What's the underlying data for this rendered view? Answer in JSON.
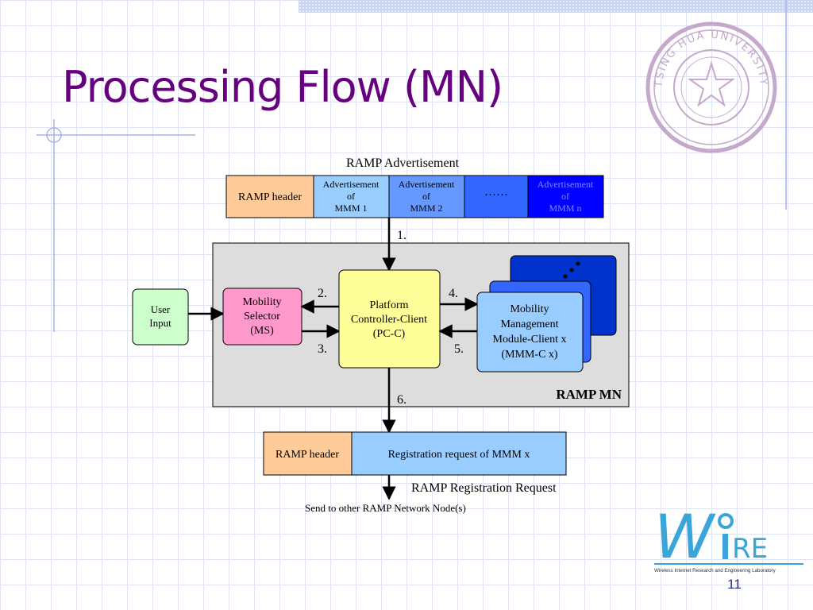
{
  "slide": {
    "title": "Processing Flow (MN)",
    "page_number": "11"
  },
  "diagram": {
    "advertisement": {
      "caption": "RAMP Advertisement",
      "header": "RAMP header",
      "segments": [
        {
          "lines": [
            "Advertisement",
            "of",
            "MMM 1"
          ],
          "color": "#99ccff"
        },
        {
          "lines": [
            "Advertisement",
            "of",
            "MMM 2"
          ],
          "color": "#6699ff"
        },
        {
          "lines": [
            "……"
          ],
          "color": "#3366ff"
        },
        {
          "lines": [
            "Advertisement",
            "of",
            "MMM n"
          ],
          "color": "#0000ff"
        }
      ]
    },
    "container_label": "RAMP MN",
    "user_input": [
      "User",
      "Input"
    ],
    "mobility_selector": [
      "Mobility",
      "Selector",
      "(MS)"
    ],
    "pc_c": [
      "Platform",
      "Controller-Client",
      "(PC-C)"
    ],
    "mmm_c": [
      "Mobility",
      "Management",
      "Module-Client x",
      "(MMM-C x)"
    ],
    "steps": [
      "1.",
      "2.",
      "3.",
      "4.",
      "5.",
      "6."
    ],
    "registration": {
      "header": "RAMP header",
      "body": "Registration request of MMM x",
      "caption": "RAMP Registration Request"
    },
    "send_text": "Send to other RAMP Network Node(s)"
  },
  "logo": {
    "text_w": "W",
    "text_re": "RE",
    "subtitle": "Wireless Internet Research and Engineering Laboratory",
    "seal_text": "TSING HUA UNIVERSITY"
  },
  "colors": {
    "title": "#66007f",
    "header_box": "#ffcc99",
    "user_input": "#ccffcc",
    "selector": "#ff99cc",
    "pc_c": "#ffff99",
    "mmm_c_front": "#99ccff",
    "mmm_c_back": "#0033cc",
    "container": "#dddddd",
    "registration_body": "#99ccff"
  }
}
